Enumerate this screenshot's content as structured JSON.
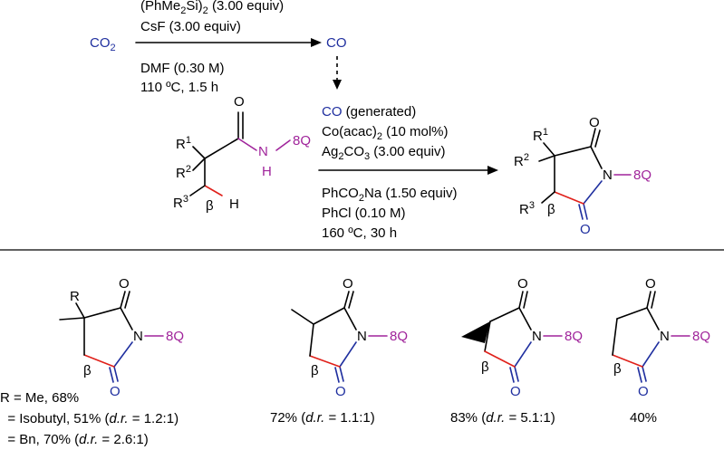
{
  "step1": {
    "reactant": "CO",
    "reactant_sub": "2",
    "product": "CO",
    "above": [
      {
        "pre": "(PhMe",
        "sub": "2",
        "post": "Si)",
        "sub2": "2",
        "tail": " (3.00 equiv)"
      },
      {
        "text": "CsF (3.00 equiv)"
      }
    ],
    "below": [
      "DMF (0.30 M)",
      "110 ºC, 1.5 h"
    ]
  },
  "step2": {
    "co_label": "CO",
    "co_note": " (generated)",
    "above": [
      {
        "pre": "Co(acac)",
        "sub": "2",
        "post": " (10 mol%)"
      },
      {
        "pre": "Ag",
        "sub": "2",
        "post": "CO",
        "sub2": "3",
        "tail": " (3.00 equiv)"
      }
    ],
    "below": [
      {
        "pre": "PhCO",
        "sub": "2",
        "post": "Na (1.50 equiv)"
      },
      {
        "text": "PhCl (0.10 M)"
      },
      {
        "text": "160 ºC, 30 h"
      }
    ]
  },
  "substrate": {
    "r1": "R",
    "r1_sup": "1",
    "r2": "R",
    "r2_sup": "2",
    "r3": "R",
    "r3_sup": "3",
    "beta": "β",
    "H": "H",
    "N_H": "N",
    "H2": "H",
    "O": "O",
    "Q": "8Q"
  },
  "product": {
    "r1": "R",
    "r1_sup": "1",
    "r2": "R",
    "r2_sup": "2",
    "r3": "R",
    "r3_sup": "3",
    "beta": "β",
    "N": "N",
    "Q": "8Q",
    "O_top": "O",
    "O_bot": "O"
  },
  "examples": [
    {
      "R": "R",
      "N": "N",
      "Q": "8Q",
      "O": "O",
      "beta": "β",
      "lines": [
        {
          "a": "R = Me, 68%"
        },
        {
          "a": "  = Isobutyl, 51% (",
          "i": "d.r.",
          "b": " = 1.2:1)"
        },
        {
          "a": "  = Bn, 70% (",
          "i": "d.r.",
          "b": " = 2.6:1)"
        }
      ]
    },
    {
      "N": "N",
      "Q": "8Q",
      "O": "O",
      "beta": "β",
      "a": "72% (",
      "i": "d.r.",
      "b": " = 1.1:1)"
    },
    {
      "N": "N",
      "Q": "8Q",
      "O": "O",
      "beta": "β",
      "a": "83% (",
      "i": "d.r.",
      "b": " = 5.1:1)"
    },
    {
      "N": "N",
      "Q": "8Q",
      "O": "O",
      "beta": "β",
      "a": "40%"
    }
  ]
}
